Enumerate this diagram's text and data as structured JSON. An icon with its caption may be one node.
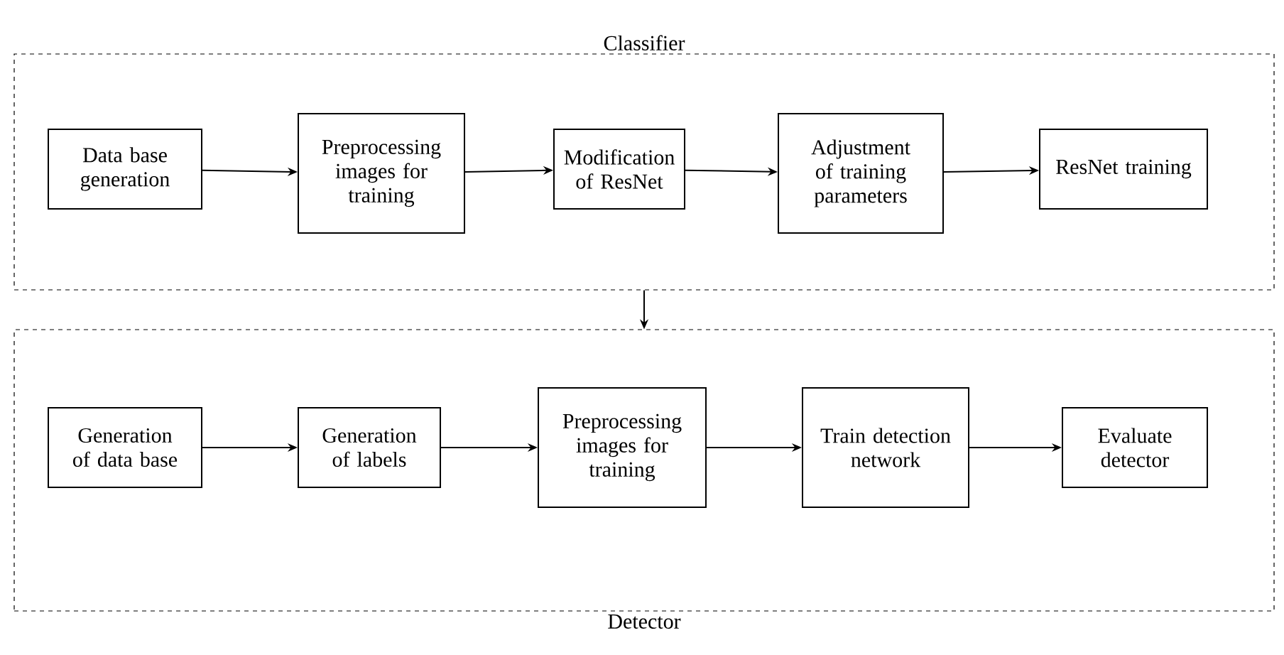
{
  "diagram": {
    "nodes": [
      {
        "text": [
          "Classifier"
        ]
      },
      {
        "text": [
          "Data base generation"
        ],
        "in": 0
      },
      {
        "text": [
          "Preprocessing images for training"
        ],
        "in": 0
      },
      {
        "text": [
          "Modification of ResNet"
        ],
        "in": 0
      },
      {
        "text": [
          "Adjustment of training parameters"
        ],
        "in": 0
      },
      {
        "text": [
          "ResNet training"
        ],
        "in": 0
      },
      {
        "text": [
          "Detector"
        ]
      },
      {
        "text": [
          "Generation of data base"
        ],
        "in": 6
      },
      {
        "text": [
          "Generation of labels"
        ],
        "in": 6
      },
      {
        "text": [
          "Preprocessing images for training"
        ],
        "in": 6
      },
      {
        "text": [
          "Train detection network"
        ],
        "in": 6
      },
      {
        "text": [
          "Evaluate detector"
        ],
        "in": 6
      }
    ],
    "edges": [
      {
        "from": 1,
        "to": 2,
        "arrow": "to"
      },
      {
        "from": 2,
        "to": 3,
        "arrow": "to"
      },
      {
        "from": 3,
        "to": 4,
        "arrow": "to"
      },
      {
        "from": 4,
        "to": 5,
        "arrow": "to"
      },
      {
        "from": 0,
        "to": 6,
        "arrow": "to"
      },
      {
        "from": 7,
        "to": 8,
        "arrow": "to"
      },
      {
        "from": 8,
        "to": 9,
        "arrow": "to"
      },
      {
        "from": 9,
        "to": 10,
        "arrow": "to"
      },
      {
        "from": 10,
        "to": 11,
        "arrow": "to"
      }
    ]
  }
}
